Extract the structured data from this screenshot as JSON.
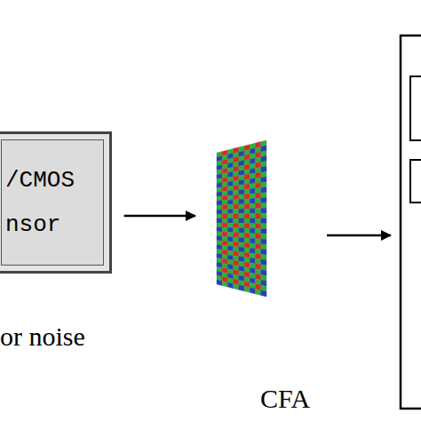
{
  "diagram": {
    "nodes": [
      {
        "text": [
          "/CMOS nsor",
          "or noise"
        ]
      },
      {
        "text": [
          "CFA"
        ]
      }
    ],
    "edges": [
      {
        "from": 0,
        "to": 1,
        "arrow": "to"
      }
    ]
  }
}
